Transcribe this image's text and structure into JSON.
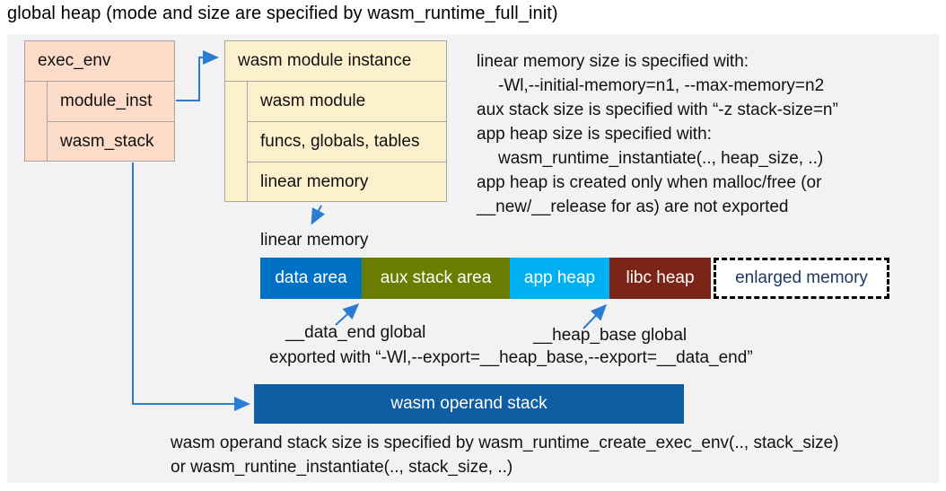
{
  "title": "global heap (mode and size are specified by wasm_runtime_full_init)",
  "exec_env": {
    "header": "exec_env",
    "rows": [
      "module_inst",
      "wasm_stack"
    ]
  },
  "module_instance": {
    "header": "wasm module instance",
    "rows": [
      "wasm module",
      "funcs, globals, tables",
      "linear memory"
    ]
  },
  "notes_right": {
    "lines": [
      "linear memory size is specified with:",
      "-Wl,--initial-memory=n1, --max-memory=n2",
      "aux stack size is specified with “-z stack-size=n”",
      "app heap size is specified with:",
      "wasm_runtime_instantiate(.., heap_size, ..)",
      "app heap is created only when malloc/free (or",
      "__new/__release for as) are not exported"
    ]
  },
  "linear_memory": {
    "label": "linear memory",
    "segments": [
      {
        "label": "data area",
        "color": "#0071c5"
      },
      {
        "label": "aux stack area",
        "color": "#6b7d00"
      },
      {
        "label": "app heap",
        "color": "#00b0f0"
      },
      {
        "label": "libc heap",
        "color": "#7b2418"
      },
      {
        "label": "enlarged memory",
        "color": "#ffffff"
      }
    ]
  },
  "annotations": {
    "data_end_label": "__data_end global",
    "heap_base_label": "__heap_base global",
    "export_line": "exported with “-Wl,--export=__heap_base,--export=__data_end”"
  },
  "operand_stack": {
    "label": "wasm operand stack",
    "color": "#0f5da2"
  },
  "bottom_notes": {
    "lines": [
      "wasm operand stack size is specified by wasm_runtime_create_exec_env(.., stack_size)",
      "or wasm_runtine_instantiate(.., stack_size, ..)"
    ]
  },
  "colors": {
    "panel_bg": "#f2f2f2",
    "exec_env_fill": "#fcdcc8",
    "module_instance_fill": "#fdf0cd",
    "box_border": "#a6a6a6",
    "connector_blue": "#2b7cd3",
    "enlarged_memory_text": "#1f3864"
  }
}
